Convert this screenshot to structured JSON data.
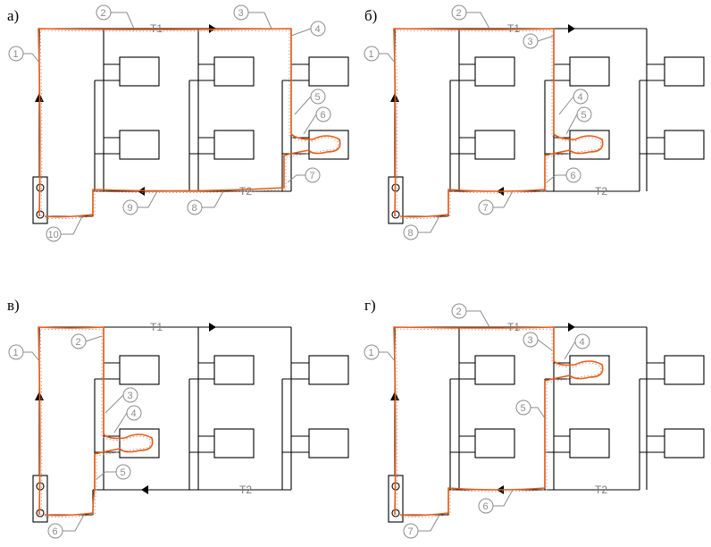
{
  "panels": [
    {
      "id": "a",
      "label": "а)",
      "pipe_labels": {
        "supply": "T1",
        "return": "T2"
      },
      "callouts": [
        "1",
        "2",
        "3",
        "4",
        "5",
        "6",
        "7",
        "8",
        "9",
        "10"
      ]
    },
    {
      "id": "b",
      "label": "б)",
      "pipe_labels": {
        "supply": "T1",
        "return": "T2"
      },
      "callouts": [
        "1",
        "2",
        "3",
        "4",
        "5",
        "6",
        "7",
        "8"
      ]
    },
    {
      "id": "v",
      "label": "в)",
      "pipe_labels": {
        "supply": "T1",
        "return": "T2"
      },
      "callouts": [
        "1",
        "2",
        "3",
        "4",
        "5",
        "6"
      ]
    },
    {
      "id": "g",
      "label": "г)",
      "pipe_labels": {
        "supply": "T1",
        "return": "T2"
      },
      "callouts": [
        "1",
        "2",
        "3",
        "4",
        "5",
        "6",
        "7"
      ]
    }
  ],
  "colors": {
    "route": "#ea5a12",
    "pipe": "#000000",
    "callout": "#8c8c8c"
  }
}
